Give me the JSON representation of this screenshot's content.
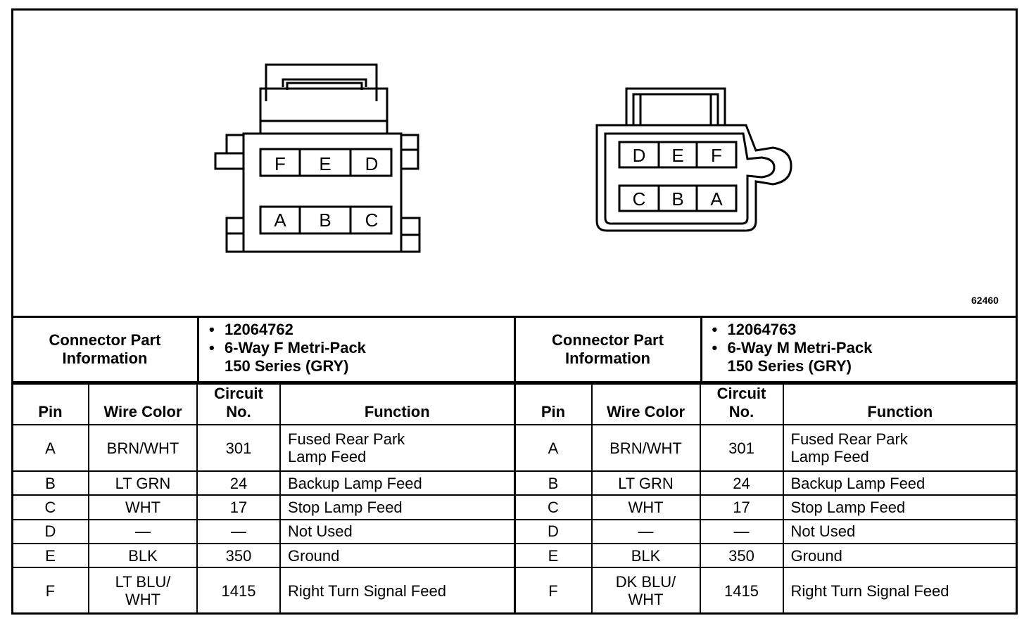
{
  "figure_id": "62460",
  "connectors": [
    {
      "info_label": [
        "Connector Part",
        "Information"
      ],
      "part_number": "12064762",
      "description_line1": "6-Way F Metri-Pack",
      "description_line2": "150 Series (GRY)",
      "pins_top": [
        "F",
        "E",
        "D"
      ],
      "pins_bottom": [
        "A",
        "B",
        "C"
      ]
    },
    {
      "info_label": [
        "Connector Part",
        "Information"
      ],
      "part_number": "12064763",
      "description_line1": "6-Way M Metri-Pack",
      "description_line2": "150 Series (GRY)",
      "pins_top": [
        "D",
        "E",
        "F"
      ],
      "pins_bottom": [
        "C",
        "B",
        "A"
      ]
    }
  ],
  "headers": {
    "pin": "Pin",
    "wire": "Wire Color",
    "circuit": [
      "Circuit",
      "No."
    ],
    "function": "Function"
  },
  "tables": [
    {
      "rows": [
        {
          "pin": "A",
          "wire": [
            "BRN/WHT"
          ],
          "circuit": "301",
          "function": [
            "Fused Rear Park",
            "Lamp Feed"
          ]
        },
        {
          "pin": "B",
          "wire": [
            "LT GRN"
          ],
          "circuit": "24",
          "function": [
            "Backup Lamp Feed"
          ]
        },
        {
          "pin": "C",
          "wire": [
            "WHT"
          ],
          "circuit": "17",
          "function": [
            "Stop Lamp Feed"
          ]
        },
        {
          "pin": "D",
          "wire": [
            "—"
          ],
          "circuit": "—",
          "function": [
            "Not Used"
          ]
        },
        {
          "pin": "E",
          "wire": [
            "BLK"
          ],
          "circuit": "350",
          "function": [
            "Ground"
          ]
        },
        {
          "pin": "F",
          "wire": [
            "LT BLU/",
            "WHT"
          ],
          "circuit": "1415",
          "function": [
            "Right Turn Signal Feed"
          ]
        }
      ]
    },
    {
      "rows": [
        {
          "pin": "A",
          "wire": [
            "BRN/WHT"
          ],
          "circuit": "301",
          "function": [
            "Fused Rear Park",
            "Lamp Feed"
          ]
        },
        {
          "pin": "B",
          "wire": [
            "LT GRN"
          ],
          "circuit": "24",
          "function": [
            "Backup Lamp Feed"
          ]
        },
        {
          "pin": "C",
          "wire": [
            "WHT"
          ],
          "circuit": "17",
          "function": [
            "Stop Lamp Feed"
          ]
        },
        {
          "pin": "D",
          "wire": [
            "—"
          ],
          "circuit": "—",
          "function": [
            "Not Used"
          ]
        },
        {
          "pin": "E",
          "wire": [
            "BLK"
          ],
          "circuit": "350",
          "function": [
            "Ground"
          ]
        },
        {
          "pin": "F",
          "wire": [
            "DK BLU/",
            "WHT"
          ],
          "circuit": "1415",
          "function": [
            "Right Turn Signal Feed"
          ]
        }
      ]
    }
  ]
}
